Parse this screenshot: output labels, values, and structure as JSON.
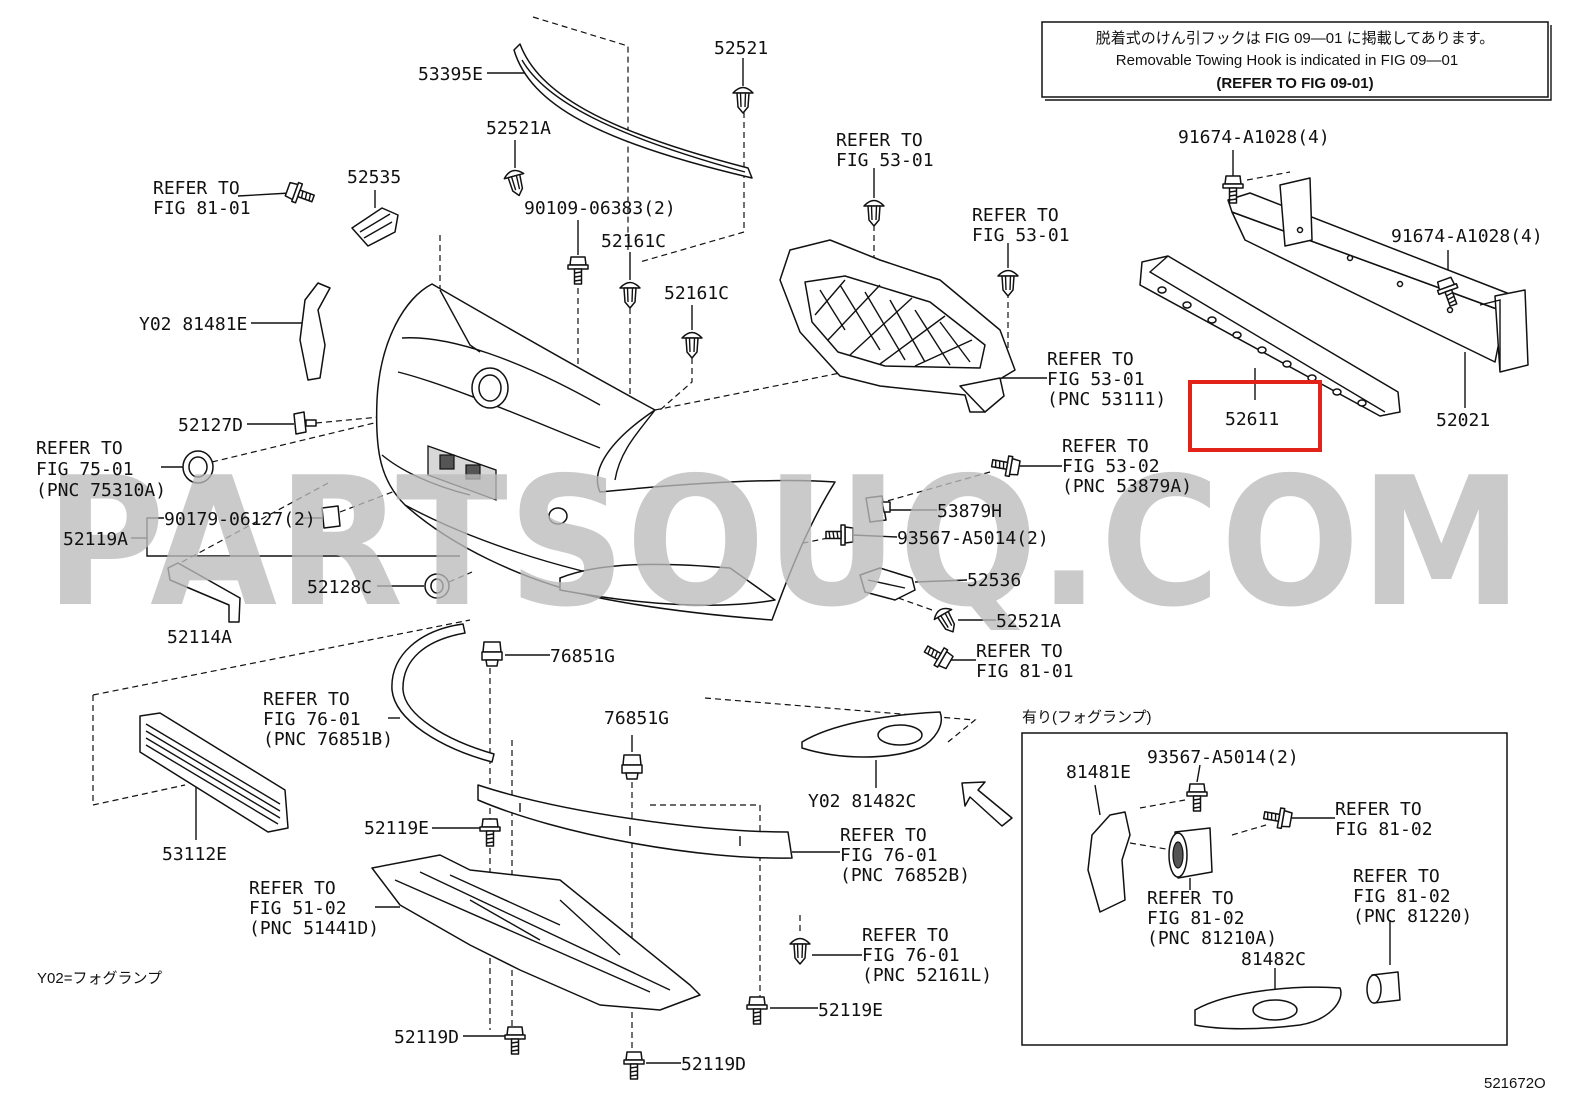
{
  "note": {
    "jp": "脱着式のけん引フックは FIG 09—01 に掲載してあります。",
    "en": "Removable Towing Hook is indicated in FIG 09—01",
    "ref": "(REFER TO FIG 09-01)"
  },
  "watermark": "PARTSOUQ.COM",
  "colors": {
    "highlight": "#e2231a",
    "watermark": "#bcbcbc",
    "line": "#111111"
  },
  "callouts": [
    "53395E",
    "52521",
    "52521A",
    "52535",
    "90109-06383(2)",
    "52161C",
    "52161C",
    "Y02 81481E",
    "91674-A1028(4)",
    "91674-A1028(4)",
    "52611",
    "52021",
    "52127D",
    "53879H",
    "52119A",
    "90179-06127(2)",
    "93567-A5014(2)",
    "52536",
    "52128C",
    "52521A",
    "52114A",
    "76851G",
    "76851G",
    "93567-A5014(2)",
    "81481E",
    "Y02 81482C",
    "52119E",
    "53112E",
    "81482C",
    "52119E",
    "52119D",
    "52119D"
  ],
  "references": [
    {
      "lines": [
        "REFER TO",
        "FIG 81-01"
      ]
    },
    {
      "lines": [
        "REFER TO",
        "FIG 53-01"
      ]
    },
    {
      "lines": [
        "REFER TO",
        "FIG 53-01"
      ]
    },
    {
      "lines": [
        "REFER TO",
        "FIG 53-01",
        "(PNC 53111)"
      ]
    },
    {
      "lines": [
        "REFER TO",
        "FIG 75-01",
        "(PNC 75310A)"
      ]
    },
    {
      "lines": [
        "REFER TO",
        "FIG 53-02",
        "(PNC 53879A)"
      ]
    },
    {
      "lines": [
        "REFER TO",
        "FIG 81-01"
      ]
    },
    {
      "lines": [
        "REFER TO",
        "FIG 76-01",
        "(PNC 76851B)"
      ]
    },
    {
      "lines": [
        "REFER TO",
        "FIG 81-02"
      ]
    },
    {
      "lines": [
        "REFER TO",
        "FIG 76-01",
        "(PNC 76852B)"
      ]
    },
    {
      "lines": [
        "REFER TO",
        "FIG 51-02",
        "(PNC 51441D)"
      ]
    },
    {
      "lines": [
        "REFER TO",
        "FIG 81-02",
        "(PNC 81220)"
      ]
    },
    {
      "lines": [
        "REFER TO",
        "FIG 81-02",
        "(PNC 81210A)"
      ]
    },
    {
      "lines": [
        "REFER TO",
        "FIG 76-01",
        "(PNC 52161L)"
      ]
    }
  ],
  "inset_title": "有り(フォグランプ)",
  "legend": "Y02=フォグランプ",
  "figure_id": "521672O"
}
